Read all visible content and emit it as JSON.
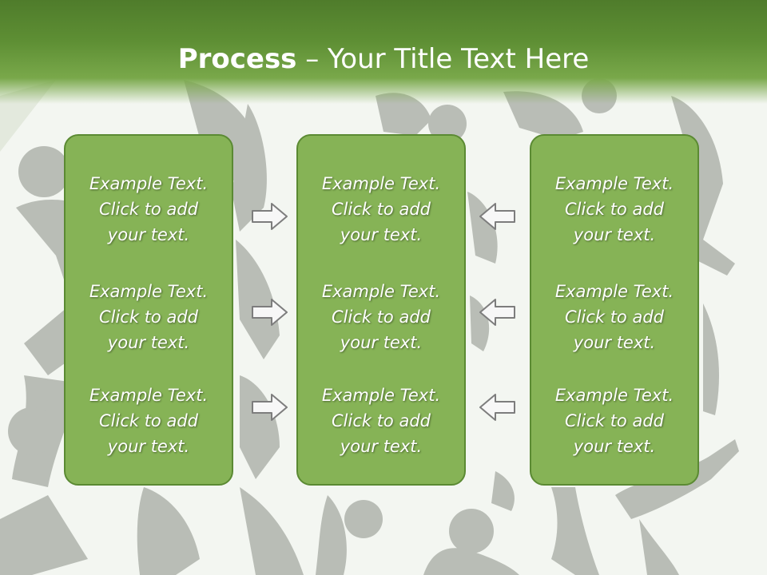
{
  "title": {
    "bold": "Process",
    "rest": " – Your Title Text Here"
  },
  "columns": [
    {
      "items": [
        {
          "lines": [
            "Example Text.",
            "Click  to add",
            "your text."
          ]
        },
        {
          "lines": [
            "Example Text.",
            "Click  to add",
            "your text."
          ]
        },
        {
          "lines": [
            "Example Text.",
            "Click  to add",
            "your text."
          ]
        }
      ]
    },
    {
      "items": [
        {
          "lines": [
            "Example Text.",
            "Click  to add",
            "your text."
          ]
        },
        {
          "lines": [
            "Example Text.",
            "Click  to add",
            "your text."
          ]
        },
        {
          "lines": [
            "Example Text.",
            "Click  to add",
            "your text."
          ]
        }
      ]
    },
    {
      "items": [
        {
          "lines": [
            "Example Text.",
            "Click  to add",
            "your text."
          ]
        },
        {
          "lines": [
            "Example Text.",
            "Click  to add",
            "your text."
          ]
        },
        {
          "lines": [
            "Example Text.",
            "Click  to add",
            "your text."
          ]
        }
      ]
    }
  ],
  "arrows": {
    "left_group": "right-arrow-icon",
    "right_group": "left-arrow-icon"
  },
  "colors": {
    "header_green": "#5e8f34",
    "panel_fill": "#86b356",
    "panel_border": "#5b8a33",
    "silhouette_gray": "#b9bdb6"
  }
}
